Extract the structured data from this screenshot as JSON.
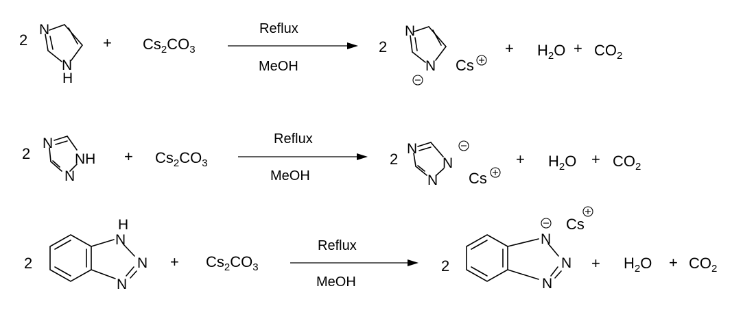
{
  "reactions": [
    {
      "coeff_left": "2",
      "reactant_atoms": [
        "N",
        "N",
        "H"
      ],
      "plus1": "+",
      "reagent": {
        "base": "Cs",
        "n": "2",
        "mid": "CO",
        "n2": "3"
      },
      "condition_above": "Reflux",
      "condition_below": "MeOH",
      "coeff_right": "2",
      "product_atoms": [
        "N",
        "N"
      ],
      "cation": "Cs",
      "plus2": "+",
      "water": {
        "a": "H",
        "n": "2",
        "b": "O"
      },
      "plus3": "+",
      "co2": {
        "a": "CO",
        "n": "2"
      }
    },
    {
      "coeff_left": "2",
      "reactant_atoms": [
        "N",
        "NH",
        "N"
      ],
      "plus1": "+",
      "reagent": {
        "base": "Cs",
        "n": "2",
        "mid": "CO",
        "n2": "3"
      },
      "condition_above": "Reflux",
      "condition_below": "MeOH",
      "coeff_right": "2",
      "product_atoms": [
        "N",
        "N",
        "N"
      ],
      "cation": "Cs",
      "plus2": "+",
      "water": {
        "a": "H",
        "n": "2",
        "b": "O"
      },
      "plus3": "+",
      "co2": {
        "a": "CO",
        "n": "2"
      }
    },
    {
      "coeff_left": "2",
      "reactant_atoms": [
        "H",
        "N",
        "N",
        "N"
      ],
      "plus1": "+",
      "reagent": {
        "base": "Cs",
        "n": "2",
        "mid": "CO",
        "n2": "3"
      },
      "condition_above": "Reflux",
      "condition_below": "MeOH",
      "coeff_right": "2",
      "product_atoms": [
        "N",
        "N",
        "N"
      ],
      "cation": "Cs",
      "plus2": "+",
      "water": {
        "a": "H",
        "n": "2",
        "b": "O"
      },
      "plus3": "+",
      "co2": {
        "a": "CO",
        "n": "2"
      }
    }
  ]
}
